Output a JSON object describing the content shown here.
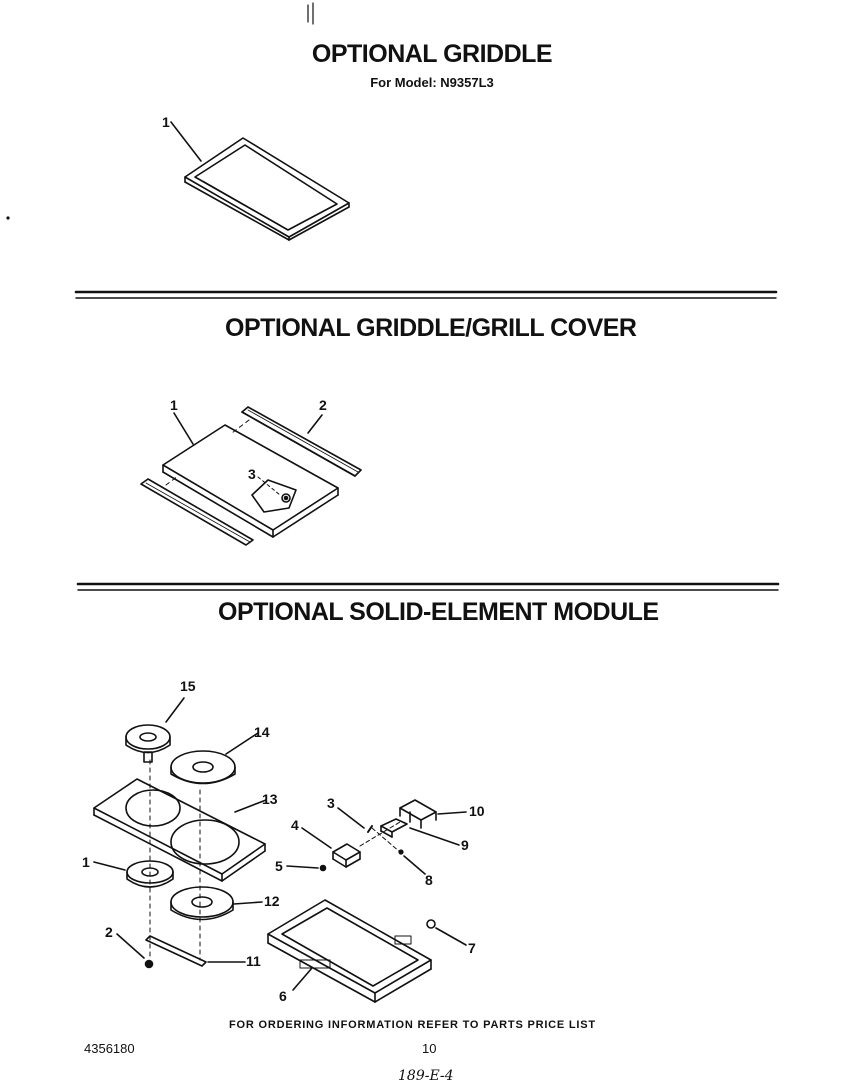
{
  "sections": [
    {
      "title": "OPTIONAL GRIDDLE",
      "subtitle": "For Model: N9357L3"
    },
    {
      "title": "OPTIONAL GRIDDLE/GRILL COVER"
    },
    {
      "title": "OPTIONAL SOLID-ELEMENT MODULE"
    }
  ],
  "callouts": {
    "griddle": [
      "1"
    ],
    "cover": [
      "1",
      "2",
      "3"
    ],
    "module": [
      "15",
      "14",
      "13",
      "1",
      "12",
      "2",
      "11",
      "6",
      "7",
      "3",
      "4",
      "5",
      "8",
      "9",
      "10"
    ]
  },
  "footer": {
    "ordering_note": "FOR ORDERING INFORMATION REFER TO PARTS PRICE LIST",
    "doc_number": "4356180",
    "page_number": "10",
    "handwritten": "189-E-4"
  }
}
